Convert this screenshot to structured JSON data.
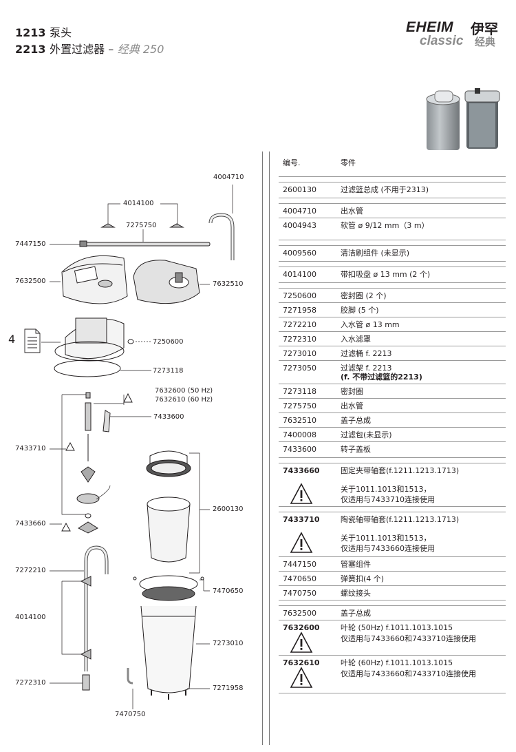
{
  "header": {
    "line1_num": "1213",
    "line1_text": "泵头",
    "line2_num": "2213",
    "line2_text": "外置过滤器 –",
    "line2_model": "经典 250"
  },
  "brand": {
    "name_en": "EHEIM",
    "name_zh": "伊罕",
    "series_en": "classic",
    "series_zh": "经典"
  },
  "table": {
    "col_code": "编号.",
    "col_part": "零件",
    "rows": [
      {
        "code": "2600130",
        "desc": "过滤篮总成 (不用于2313)",
        "h": 22,
        "group_start": true
      },
      {
        "code": "4004710",
        "desc": "出水管",
        "h": 20,
        "group_start": true
      },
      {
        "code": "4004943",
        "desc": "软管  ø 9/12 mm（3 m）",
        "h": 31
      },
      {
        "code": "4009560",
        "desc": "清洁刷组件 (未显示)",
        "h": 22,
        "group_start": true
      },
      {
        "code": "4014100",
        "desc": "带扣吸盘 ø 13 mm (2 个)",
        "h": 22,
        "group_start": true
      },
      {
        "code": "7250600",
        "desc": "密封圈 (2 个)",
        "h": 20,
        "group_start": true
      },
      {
        "code": "7271958",
        "desc": "胶脚 (5 个)",
        "h": 20
      },
      {
        "code": "7272210",
        "desc": "入水管 ø 13 mm",
        "h": 20
      },
      {
        "code": "7272310",
        "desc": "入水滤罩",
        "h": 20
      },
      {
        "code": "7273010",
        "desc": "过滤桶  f. 2213",
        "h": 20
      },
      {
        "code": "7273050",
        "desc": "过滤架  f. 2213",
        "sub": "(f. 不带过滤篮的2213)",
        "h": 33
      },
      {
        "code": "7273118",
        "desc": "密封圈",
        "h": 20
      },
      {
        "code": "7275750",
        "desc": "出水管",
        "h": 20
      },
      {
        "code": "7632510",
        "desc": "盖子总成",
        "h": 20
      },
      {
        "code": "7400008",
        "desc": "过滤包(未显示)",
        "h": 20
      },
      {
        "code": "7433600",
        "desc": "转子盖板",
        "h": 22
      }
    ],
    "warn_rows": [
      {
        "code": "7433660",
        "desc": "固定夹带轴套(f.1211.1213.1713)",
        "note1": "关于1011.1013和1513，",
        "note2": "仅适用与7433710连接使用"
      },
      {
        "code": "7433710",
        "desc": "陶瓷轴带轴套(f.1211.1213.1713)",
        "note1": "关于1011.1013和1513，",
        "note2": "仅适用与7433660连接使用"
      }
    ],
    "rows2": [
      {
        "code": "7447150",
        "desc": "管塞组件"
      },
      {
        "code": "7470650",
        "desc": "弹簧扣(4 个)"
      },
      {
        "code": "7470750",
        "desc": "螺纹接头"
      }
    ],
    "row_7632500": {
      "code": "7632500",
      "desc": "盖子总成"
    },
    "impeller_rows": [
      {
        "code": "7632600",
        "desc": "叶轮 (50Hz) f.1011.1013.1015",
        "note": "仅适用与7433660和7433710连接使用"
      },
      {
        "code": "7632610",
        "desc": "叶轮 (60Hz) f.1011.1013.1015",
        "note": "仅适用与7433660和7433710连接使用"
      }
    ]
  },
  "diagram": {
    "labels": {
      "l4004710": "4004710",
      "l4014100": "4014100",
      "l7275750": "7275750",
      "l7447150": "7447150",
      "l7632500": "7632500",
      "l7632510": "7632510",
      "l7250600": "7250600",
      "l7273118": "7273118",
      "l7632600": "7632600 (50 Hz)",
      "l7632610": "7632610 (60 Hz)",
      "l7433600": "7433600",
      "l7433710": "7433710",
      "l2600130": "2600130",
      "l7433660": "7433660",
      "l7272210": "7272210",
      "l7470650": "7470650",
      "l4014100b": "4014100",
      "l7273010": "7273010",
      "l7272310": "7272310",
      "l7271958": "7271958",
      "l7470750": "7470750",
      "doc_num": "4"
    }
  },
  "colors": {
    "text": "#231f20",
    "grey": "#8c8c8c",
    "rule": "#9a9a9a"
  }
}
